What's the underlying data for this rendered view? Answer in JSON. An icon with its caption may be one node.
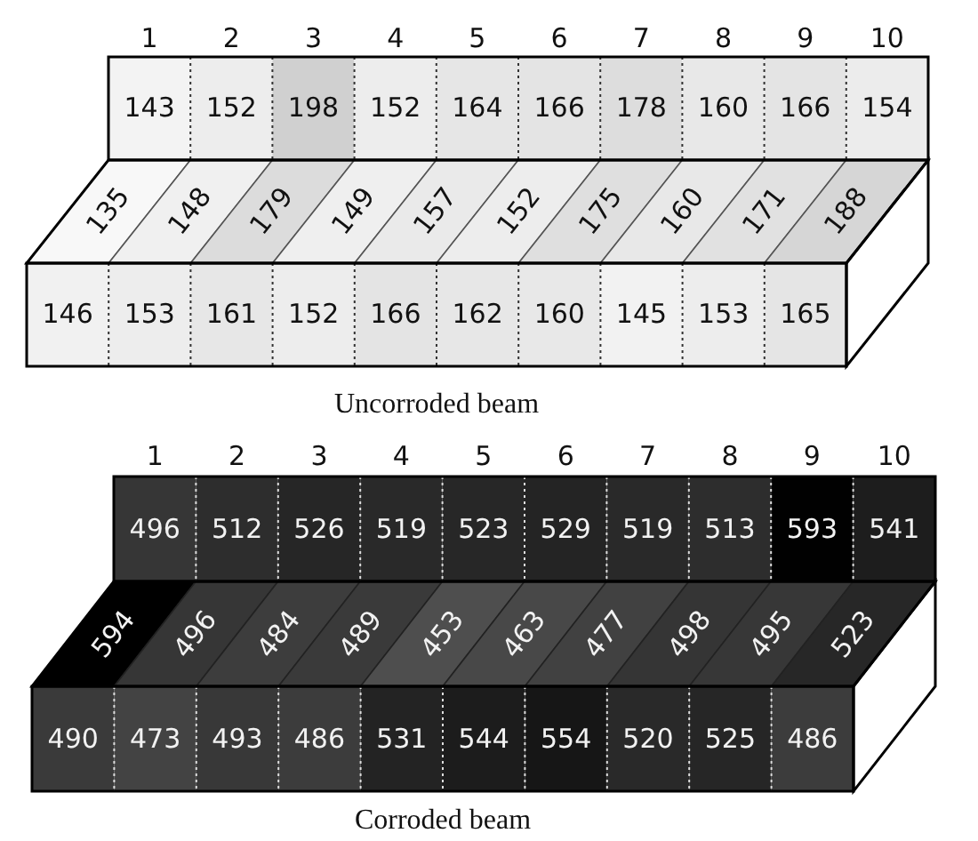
{
  "diagram": {
    "labels": [
      "1",
      "2",
      "3",
      "4",
      "5",
      "6",
      "7",
      "8",
      "9",
      "10",
      "143",
      "152",
      "198",
      "152",
      "164",
      "166",
      "178",
      "160",
      "166",
      "154",
      "135",
      "148",
      "179",
      "149",
      "157",
      "152",
      "175",
      "160",
      "171",
      "188",
      "146",
      "153",
      "161",
      "152",
      "166",
      "162",
      "160",
      "145",
      "153",
      "165",
      "Uncorroded beam",
      "1",
      "2",
      "3",
      "4",
      "5",
      "6",
      "7",
      "8",
      "9",
      "10",
      "496",
      "512",
      "526",
      "519",
      "523",
      "529",
      "519",
      "513",
      "593",
      "541",
      "594",
      "496",
      "484",
      "489",
      "453",
      "463",
      "477",
      "498",
      "495",
      "523",
      "490",
      "473",
      "493",
      "486",
      "531",
      "544",
      "554",
      "520",
      "525",
      "486",
      "Corroded beam"
    ]
  }
}
